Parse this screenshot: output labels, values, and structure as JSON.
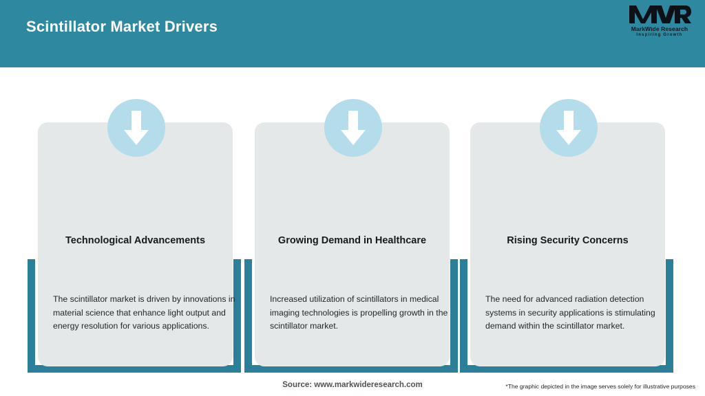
{
  "header": {
    "title": "Scintillator Market Drivers",
    "background_color": "#2e89a0",
    "logo": {
      "mark": "MWR",
      "name": "MarkWide Research",
      "tagline": "Inspiring Growth"
    }
  },
  "cards": [
    {
      "icon": "down-arrow-icon",
      "title": "Technological Advancements",
      "body": "The scintillator market is driven by innovations in material science that enhance light output and energy resolution for various applications."
    },
    {
      "icon": "down-arrow-icon",
      "title": "Growing Demand in Healthcare",
      "body": "Increased utilization of scintillators in medical imaging technologies is propelling growth in the scintillator market."
    },
    {
      "icon": "down-arrow-icon",
      "title": "Rising Security Concerns",
      "body": "The need for advanced radiation detection systems in security applications is stimulating demand within the scintillator market."
    }
  ],
  "footer": {
    "source": "Source: www.markwideresearch.com",
    "disclaimer": "*The graphic depicted in the image serves solely for illustrative purposes"
  },
  "colors": {
    "header_teal": "#2e89a0",
    "bracket_teal": "#2c7f98",
    "card_gray": "#e5e8e9",
    "circle_blue": "#b5dcea",
    "arrow_white": "#ffffff"
  }
}
